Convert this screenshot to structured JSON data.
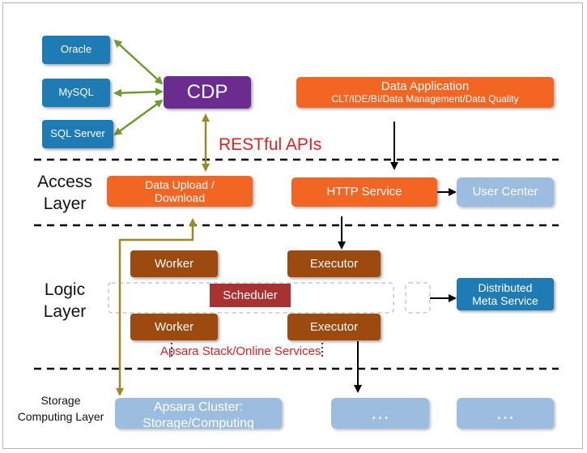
{
  "databases": [
    "Oracle",
    "MySQL",
    "SQL Server"
  ],
  "cdp": "CDP",
  "restful": "RESTful APIs",
  "data_application": {
    "title": "Data Application",
    "subtitle": "CLT/IDE/BI/Data Management/Data Quality"
  },
  "layers": {
    "access": [
      "Access",
      "Layer"
    ],
    "logic": [
      "Logic",
      "Layer"
    ],
    "storage": [
      "Storage",
      "Computing Layer"
    ]
  },
  "access_layer": {
    "upload": [
      "Data Upload /",
      "Download"
    ],
    "http": "HTTP Service",
    "user_center": "User Center"
  },
  "logic_layer": {
    "worker": "Worker",
    "executor": "Executor",
    "scheduler": "Scheduler",
    "meta": [
      "Distributed",
      "Meta Service"
    ],
    "apsara_stack": "Apsara Stack/Online Services"
  },
  "storage_layer": {
    "cluster": [
      "Apsara Cluster:",
      "Storage/Computing"
    ],
    "ellipsis": "…"
  },
  "colors": {
    "db_blue": "#1f7bb4",
    "cdp_purple": "#6b2c8f",
    "orange": "#f26522",
    "brown": "#9c4a10",
    "light_blue": "#9dbde0",
    "scheduler_red": "#a83232",
    "olive_arrow": "#9a8a25",
    "green_arrow": "#6f9a2e",
    "red_text": "#e02020"
  }
}
